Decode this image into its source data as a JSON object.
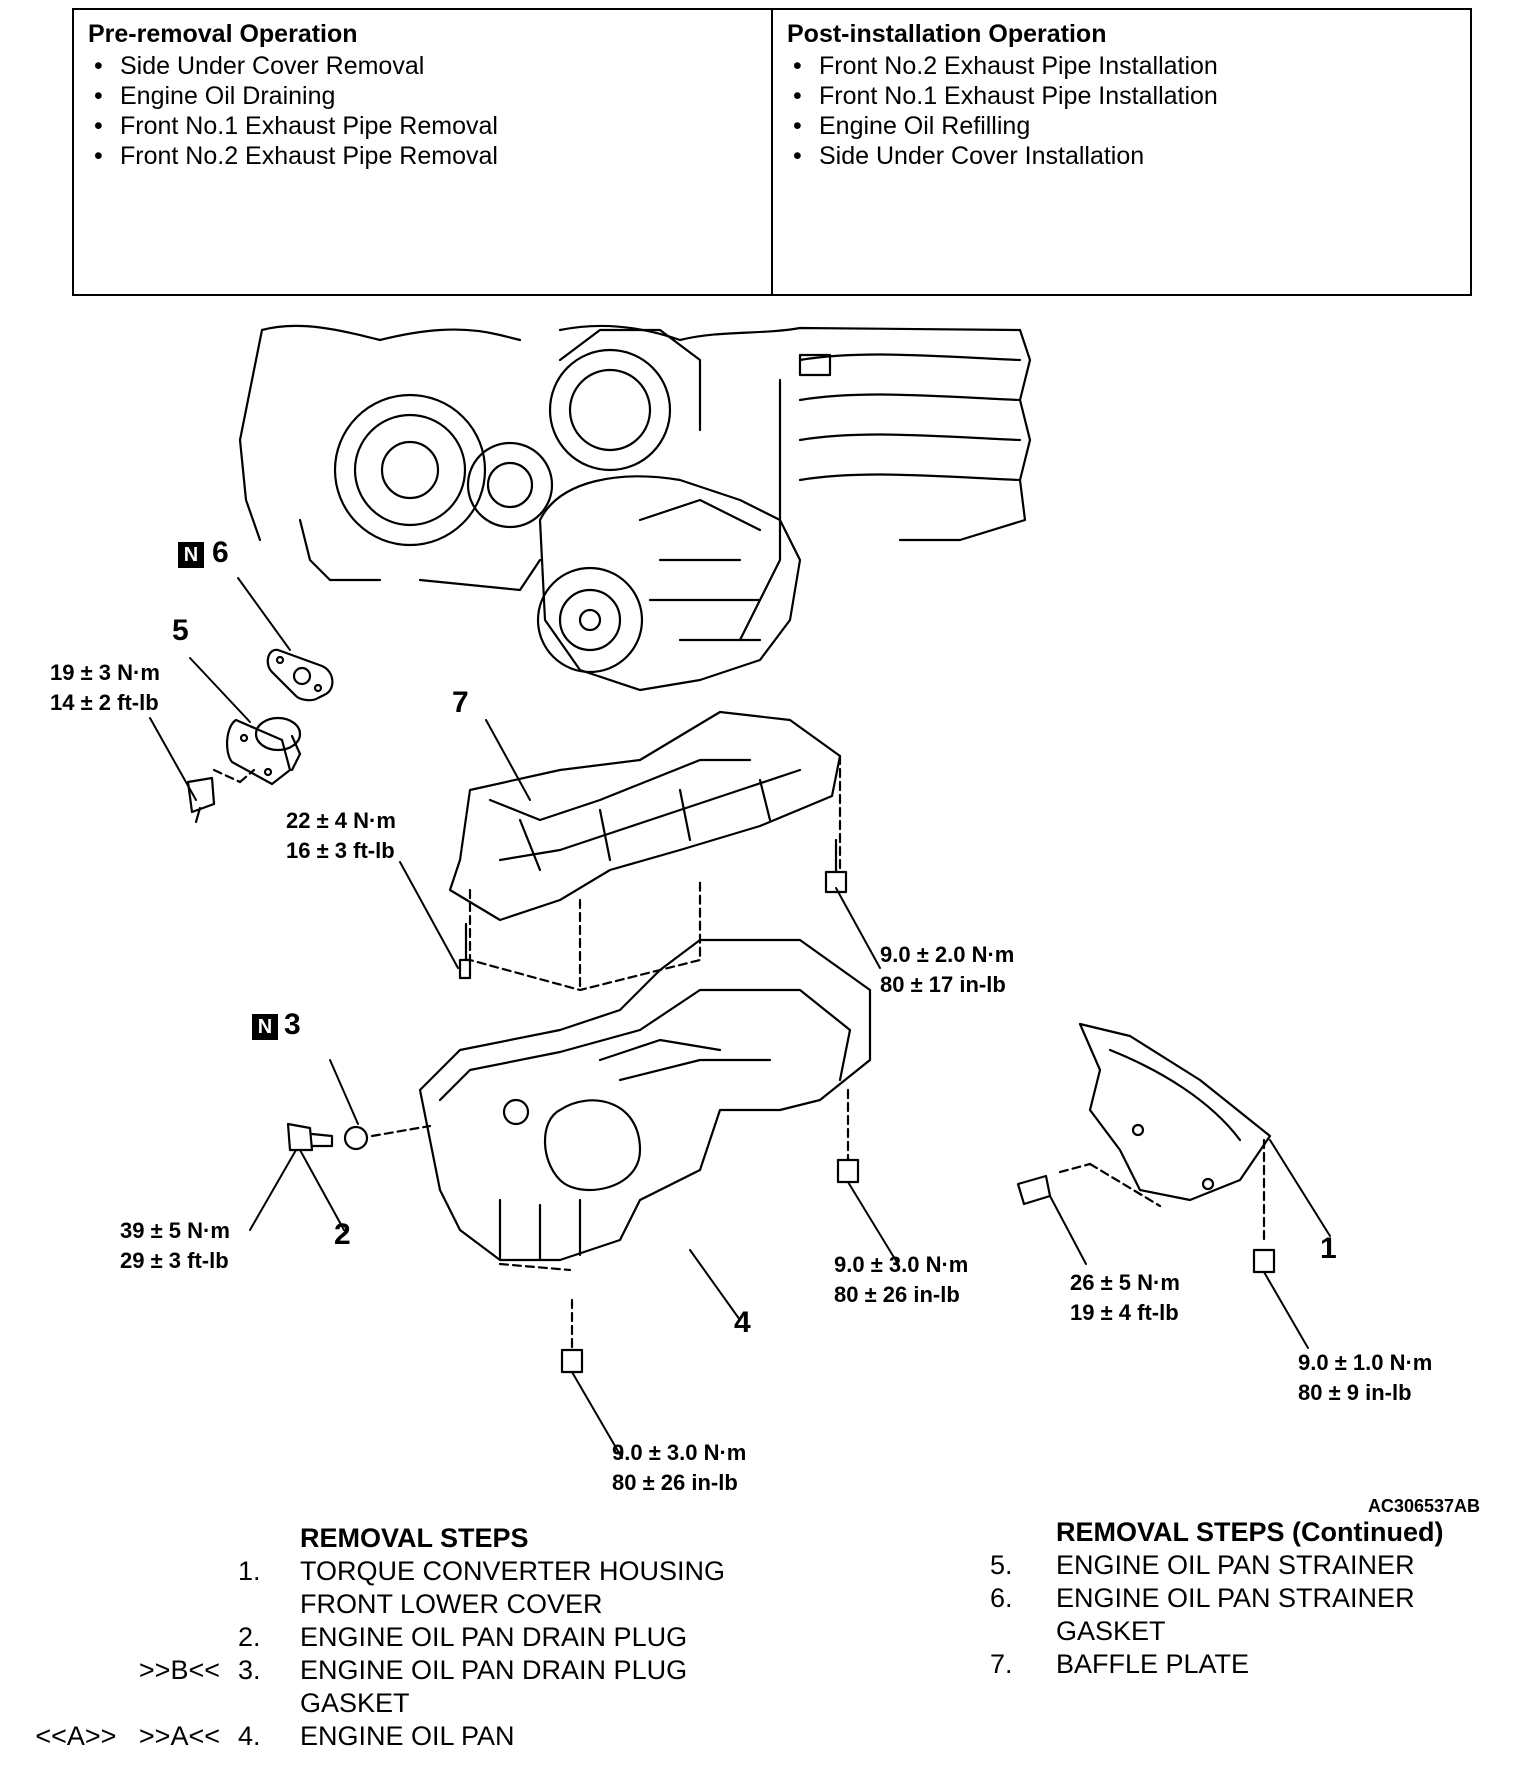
{
  "pre_removal": {
    "title": "Pre-removal Operation",
    "items": [
      "Side Under Cover Removal",
      "Engine Oil Draining",
      "Front No.1 Exhaust Pipe Removal",
      "Front No.2 Exhaust Pipe Removal"
    ]
  },
  "post_installation": {
    "title": "Post-installation Operation",
    "items": [
      "Front No.2 Exhaust Pipe Installation",
      "Front No.1 Exhaust Pipe Installation",
      "Engine Oil Refilling",
      "Side Under Cover Installation"
    ]
  },
  "figure": {
    "id": "AC306537AB",
    "n_badge": "N",
    "callouts": [
      "1",
      "2",
      "3",
      "4",
      "5",
      "6",
      "7"
    ],
    "torques": {
      "t5": [
        "19 ± 3 N·m",
        "14 ± 2 ft-lb"
      ],
      "t7": [
        "22 ± 4 N·m",
        "16 ± 3 ft-lb"
      ],
      "t_baffle": [
        "9.0 ± 2.0 N·m",
        "80 ± 17 in-lb"
      ],
      "t2": [
        "39 ± 5 N·m",
        "29 ± 3 ft-lb"
      ],
      "t_pan_right": [
        "9.0 ± 3.0 N·m",
        "80 ± 26 in-lb"
      ],
      "t_pan_bottom": [
        "9.0 ± 3.0 N·m",
        "80 ± 26 in-lb"
      ],
      "t_cover_bolt": [
        "26 ± 5 N·m",
        "19 ± 4 ft-lb"
      ],
      "t_cover_lower": [
        "9.0 ± 1.0 N·m",
        "80 ± 9 in-lb"
      ]
    }
  },
  "removal_steps": {
    "title": "REMOVAL STEPS",
    "rows": [
      {
        "mark": "",
        "num": "1.",
        "text": "TORQUE CONVERTER HOUSING"
      },
      {
        "mark": "",
        "num": "",
        "text": "FRONT LOWER COVER"
      },
      {
        "mark": "",
        "num": "2.",
        "text": "ENGINE OIL PAN DRAIN PLUG"
      },
      {
        "mark": ">>B<<",
        "num": "3.",
        "text": "ENGINE OIL PAN DRAIN PLUG"
      },
      {
        "mark": "",
        "num": "",
        "text": "GASKET"
      },
      {
        "mark": "<<A>>   >>A<<",
        "num": "4.",
        "text": "ENGINE OIL PAN"
      }
    ]
  },
  "removal_steps_continued": {
    "title": "REMOVAL STEPS (Continued)",
    "rows": [
      {
        "num": "5.",
        "text": "ENGINE OIL PAN STRAINER"
      },
      {
        "num": "6.",
        "text": "ENGINE OIL PAN STRAINER"
      },
      {
        "num": "",
        "text": "GASKET"
      },
      {
        "num": "7.",
        "text": "BAFFLE PLATE"
      }
    ]
  }
}
